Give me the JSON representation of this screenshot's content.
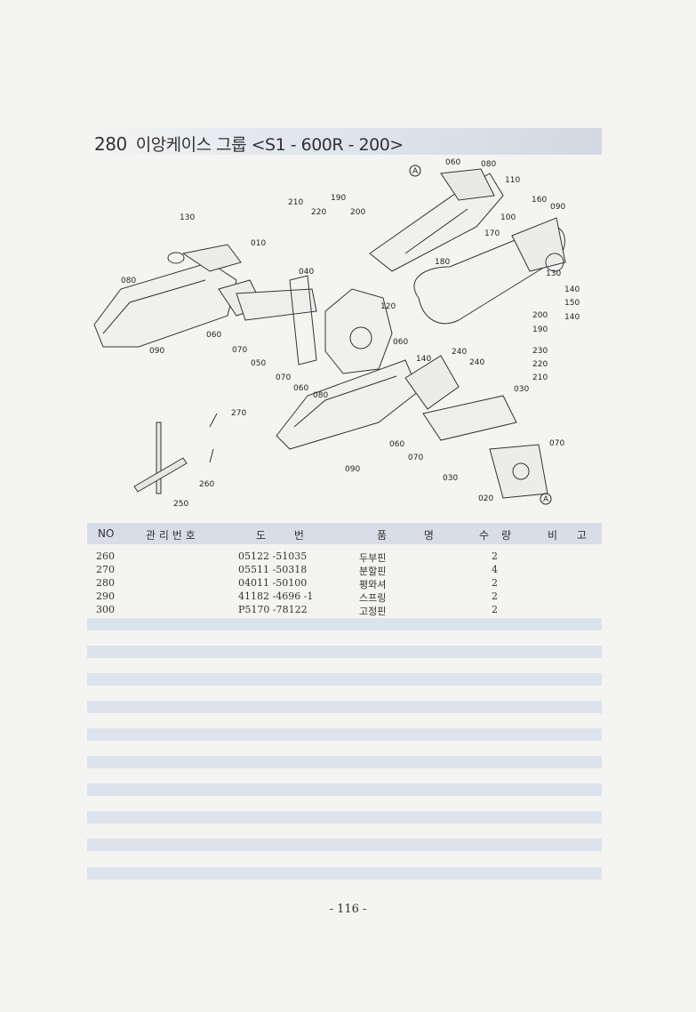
{
  "header": {
    "number": "280",
    "title": "이앙케이스 그룹 <S1 - 600R - 200>"
  },
  "diagram": {
    "labels": [
      "060",
      "080",
      "110",
      "160",
      "090",
      "210",
      "190",
      "220",
      "200",
      "100",
      "170",
      "180",
      "130",
      "140",
      "150",
      "140",
      "130",
      "010",
      "040",
      "120",
      "200",
      "190",
      "230",
      "220",
      "210",
      "080",
      "060",
      "070",
      "050",
      "070",
      "060",
      "080",
      "140",
      "240",
      "240",
      "060",
      "090",
      "070",
      "030",
      "030",
      "070",
      "020",
      "270",
      "260",
      "250"
    ],
    "ref_marker": "A"
  },
  "table": {
    "columns": [
      "NO",
      "관 리 번 호",
      "도 번",
      "품 명",
      "수 량",
      "비 고"
    ],
    "rows": [
      {
        "no": "260",
        "mgmt": "",
        "part": "05122 -51035",
        "name": "두부핀",
        "qty": "2",
        "note": ""
      },
      {
        "no": "270",
        "mgmt": "",
        "part": "05511 -50318",
        "name": "분할핀",
        "qty": "4",
        "note": ""
      },
      {
        "no": "280",
        "mgmt": "",
        "part": "04011 -50100",
        "name": "평와셔",
        "qty": "2",
        "note": ""
      },
      {
        "no": "290",
        "mgmt": "",
        "part": "41182 -4696 -1",
        "name": "스프링",
        "qty": "2",
        "note": ""
      },
      {
        "no": "300",
        "mgmt": "",
        "part": "P5170 -78122",
        "name": "고정핀",
        "qty": "2",
        "note": ""
      }
    ]
  },
  "footer": {
    "page": "- 116 -"
  }
}
